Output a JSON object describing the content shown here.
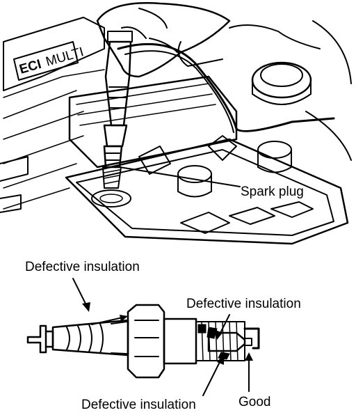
{
  "top_illustration": {
    "engine_badge": "ECI",
    "engine_badge_sub": "MULTI",
    "callout_spark_plug": "Spark plug"
  },
  "bottom_illustration": {
    "callout_defective_top_left": "Defective insulation",
    "callout_defective_right": "Defective insulation",
    "callout_defective_bottom": "Defective insulation",
    "callout_good": "Good"
  }
}
